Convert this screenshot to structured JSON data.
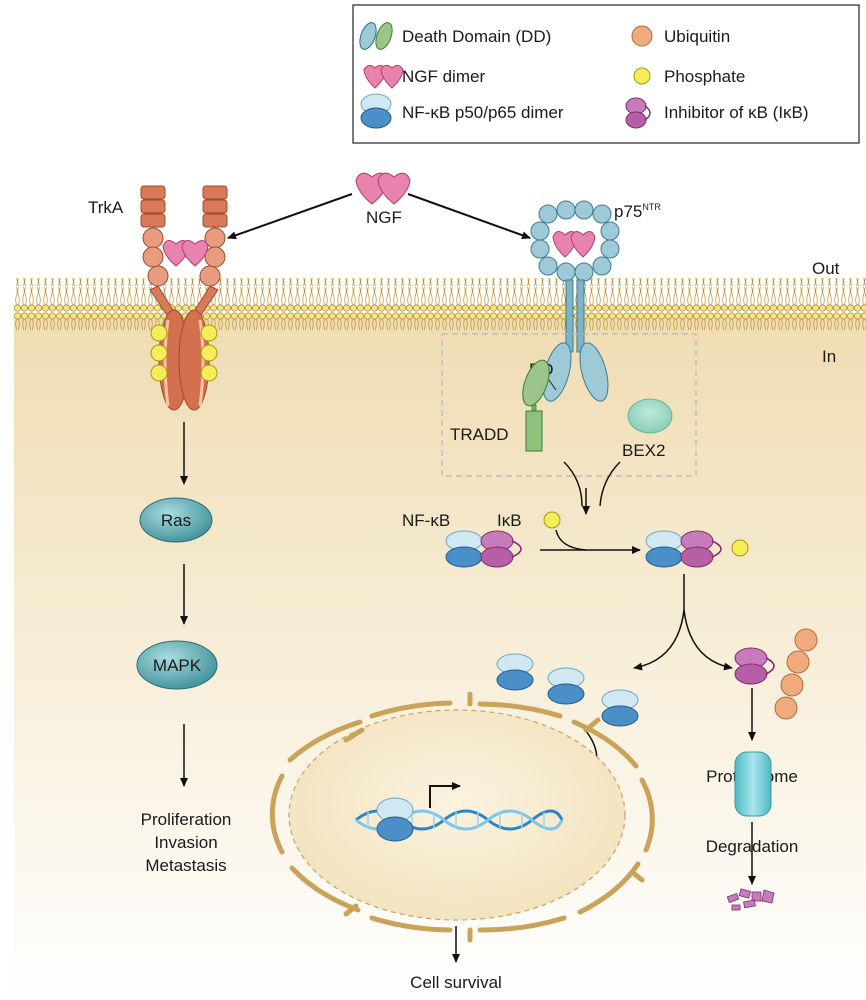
{
  "legend": {
    "items": [
      {
        "label": "Death Domain (DD)",
        "icon": "death-domain-icon"
      },
      {
        "label": "Ubiquitin",
        "icon": "ubiquitin-icon"
      },
      {
        "label": "NGF dimer",
        "icon": "ngf-dimer-icon"
      },
      {
        "label": "Phosphate",
        "icon": "phosphate-icon"
      },
      {
        "label": "NF-κB p50/p65 dimer",
        "icon": "nfkb-dimer-icon"
      },
      {
        "label": "Inhibitor of κB (IκB)",
        "icon": "ikb-icon"
      }
    ]
  },
  "labels": {
    "ngf": "NGF",
    "trka": "TrkA",
    "p75": "p75",
    "p75_sup": "NTR",
    "out": "Out",
    "in": "In",
    "dd": "DD",
    "tradd": "TRADD",
    "bex2": "BEX2",
    "nfkb": "NF-κB",
    "ikb": "IκB",
    "ras": "Ras",
    "mapk": "MAPK",
    "outcome_line1": "Proliferation",
    "outcome_line2": "Invasion",
    "outcome_line3": "Metastasis",
    "proteasome": "Proteasome",
    "degradation": "Degradation",
    "cell_survival": "Cell survival"
  },
  "colors": {
    "cytoplasm_top": "#f3e6c8",
    "membrane": "#f1df8f",
    "membrane_line": "#c9a53c",
    "trka": "#d87a5a",
    "ngf": "#e783ad",
    "p75": "#9ec9d6",
    "tradd": "#9cc58a",
    "bex2": "#8fd2b8",
    "nfkb_light": "#cfe8f2",
    "nfkb_dark": "#4b8fc8",
    "ikb": "#b65fa6",
    "phosphate": "#f5ee5a",
    "ubiquitin": "#efaa7e",
    "ras_mapk": "#4fa0a8",
    "nucleus_env": "#c9a35a",
    "proteasome": "#6bcfd6"
  }
}
